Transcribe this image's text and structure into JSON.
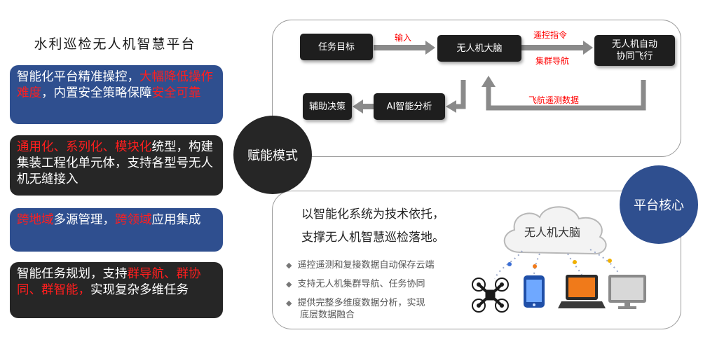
{
  "title": "水利巡检无人机智慧平台",
  "cards": [
    {
      "segments": [
        {
          "text": "智能化平台精准操控，",
          "red": false
        },
        {
          "text": "大幅降低操作难度",
          "red": true
        },
        {
          "text": "，内置安全策略保障",
          "red": false
        },
        {
          "text": "安全可靠",
          "red": true
        }
      ]
    },
    {
      "segments": [
        {
          "text": "通用化、系列化、模块化",
          "red": true
        },
        {
          "text": "统型，构建集装工程化单元体，支持各型号无人机无缝接入",
          "red": false
        }
      ]
    },
    {
      "segments": [
        {
          "text": "跨地域",
          "red": true
        },
        {
          "text": "多源管理，",
          "red": false
        },
        {
          "text": "跨领域",
          "red": true
        },
        {
          "text": "应用集成",
          "red": false
        }
      ]
    },
    {
      "segments": [
        {
          "text": "智能任务规划，支持",
          "red": false
        },
        {
          "text": "群导航、群协同、群智能，",
          "red": true
        },
        {
          "text": "实现复杂多维任务",
          "red": false
        }
      ]
    }
  ],
  "flow": {
    "nodes": {
      "task_goal": "任务目标",
      "uav_brain": "无人机大脑",
      "auto_flight_line1": "无人机自动",
      "auto_flight_line2": "协同飞行",
      "ai_analysis": "AI智能分析",
      "decision": "辅助决策"
    },
    "labels": {
      "input": "输入",
      "remote_cmd": "遥控指令",
      "swarm_nav": "集群导航",
      "telemetry": "飞航遥测数据"
    }
  },
  "badges": {
    "empower": "赋能模式",
    "core": "平台核心"
  },
  "core": {
    "line1": "以智能化系统为技术依托，",
    "line2": "支撑无人机智慧巡检落地。",
    "bullets": [
      {
        "line1": "遥控遥测和复接数据自动保存云端",
        "line2": ""
      },
      {
        "line1": "支持无人机集群导航、任务协同",
        "line2": ""
      },
      {
        "line1": "提供完整多维度数据分析，实现",
        "line2": "底层数据融合"
      }
    ],
    "cloud_label": "无人机大脑",
    "devices": [
      "drone-icon",
      "phone-icon",
      "laptop-icon",
      "monitor-icon"
    ]
  },
  "colors": {
    "blue": "#2f4f8f",
    "black": "#262626",
    "red": "#ff1e1e",
    "arrow": "#8a8a8a",
    "laptop": "#f07a1a"
  }
}
